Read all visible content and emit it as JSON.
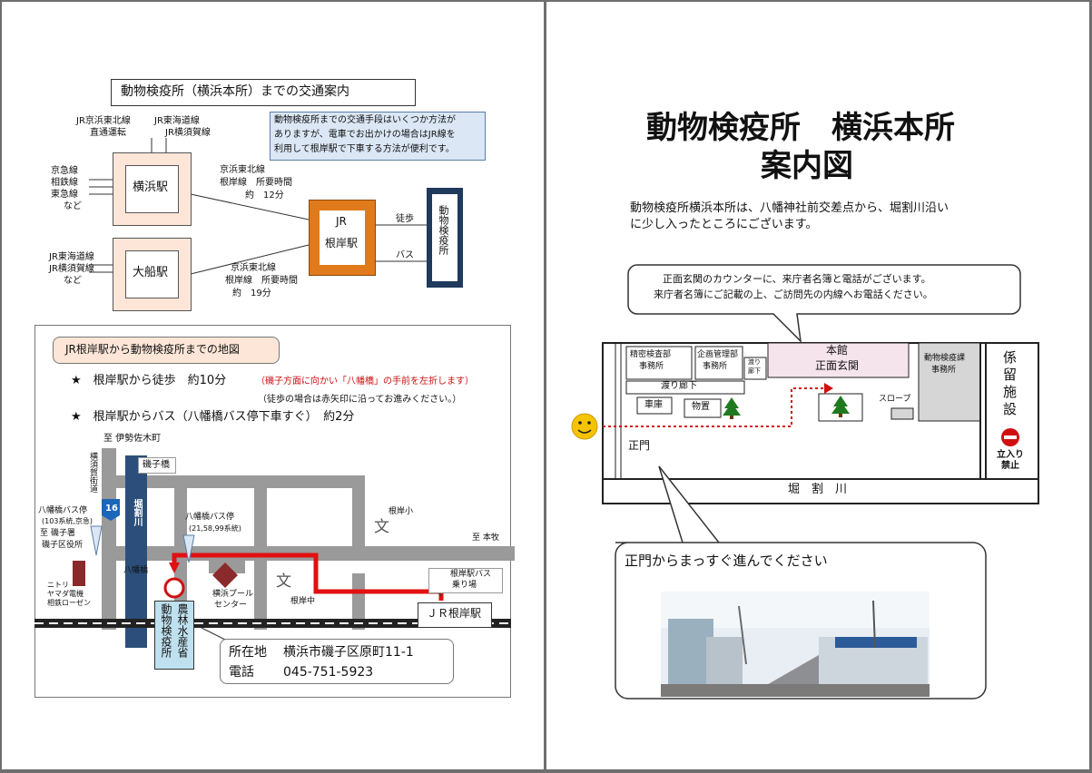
{
  "left_page": {
    "transport_title": "動物検疫所（横浜本所）までの交通案内",
    "info_note": [
      "動物検疫所までの交通手段はいくつか方法が",
      "ありますが、電車でお出かけの場合はJR線を",
      "利用して根岸駅で下車する方法が便利です。"
    ],
    "lines_top_left": [
      "JR京浜東北線",
      "直通運転"
    ],
    "lines_top_right": [
      "JR東海道線",
      "JR横須賀線"
    ],
    "yokohama_side_lines": [
      "京急線",
      "相鉄線",
      "東急線",
      "など"
    ],
    "yokohama_station": "横浜駅",
    "ofuna_side_lines": [
      "JR東海道線",
      "JR横須賀線",
      "など"
    ],
    "ofuna_station": "大船駅",
    "route_yokohama": [
      "京浜東北線",
      "根岸線　所要時間",
      "約　12分"
    ],
    "route_ofuna": [
      "京浜東北線",
      "根岸線　所要時間",
      "約　19分"
    ],
    "negishi_jr": "JR",
    "negishi_station": "根岸駅",
    "walk_label": "徒歩",
    "bus_label": "バス",
    "dest_vertical": "動物検疫所",
    "map_title": "JR根岸駅から動物検疫所までの地図",
    "walk_line_label": "★　根岸駅から徒歩　約10分",
    "walk_line_note": "（磯子方面に向かい「八幡橋」の手前を左折します）",
    "walk_sub_note": "（徒歩の場合は赤矢印に沿ってお進みください。）",
    "bus_line": "★　根岸駅からバス（八幡橋バス停下車すぐ）　約2分",
    "map_labels": {
      "to_isezakicho": "至 伊勢佐木町",
      "isogobashi": "磯子橋",
      "yokosuka_kaido": "横須賀街道",
      "route16": "16",
      "horiwari_river": "堀割川",
      "bus_stop_left": "八幡橋バス停",
      "bus_stop_left_sub": "(103系統,京急)",
      "to_isogo": "至 磯子署",
      "isogo_ward": "磯子区役所",
      "bus_stop_right": "八幡橋バス停",
      "bus_stop_right_sub": "(21,58,99系統)",
      "negishi_elem": "根岸小",
      "school_mark": "文",
      "to_honmoku": "至 本牧",
      "nitori": [
        "ニトリ",
        "ヤマダ電機",
        "相鉄ローゼン"
      ],
      "hachimanbashi": "八幡橋",
      "pool": [
        "横浜プール",
        "センター"
      ],
      "negishi_jhs": "根岸中",
      "bus_terminal": [
        "根岸駅バス",
        "乗り場"
      ],
      "jr_negishi": "ＪＲ根岸駅",
      "ministry_col1": "動物検疫所",
      "ministry_col2": "農林水産省"
    },
    "address_label": "所在地",
    "address_value": "横浜市磯子区原町11-1",
    "phone_label": "電話",
    "phone_value": "045-751-5923"
  },
  "right_page": {
    "title_line1": "動物検疫所　横浜本所",
    "title_line2": "案内図",
    "intro": [
      "動物検疫所横浜本所は、八幡神社前交差点から、堀割川沿い",
      "に少し入ったところにございます。"
    ],
    "bubble": [
      "正面玄関のカウンターに、来庁者名簿と電話がございます。",
      "来庁者名簿にご記載の上、ご訪問先の内線へお電話ください。"
    ],
    "floor": {
      "seimitsu": [
        "精密検査部",
        "事務所"
      ],
      "kikaku": [
        "企画管理部",
        "事務所"
      ],
      "watari_small": [
        "渡り",
        "廊下"
      ],
      "honkan": "本館",
      "front_entrance": "正面玄関",
      "dobutsu_ka": [
        "動物検疫課",
        "事務所"
      ],
      "keiryu": "係留施設",
      "watari": "渡り廊下",
      "garage": "車庫",
      "storage": "物置",
      "slope": "スロープ",
      "no_entry": "立入り禁止",
      "main_gate": "正門",
      "river": "堀　割　川"
    },
    "photo_caption": "正門からまっすぐ進んでください"
  },
  "colors": {
    "orange": "#e07a1a",
    "navy": "#1f3a5c",
    "peach": "#fde6d8",
    "info_blue": "#dbe7f5",
    "route_red": "#e21010",
    "accent_red": "#d01010",
    "river_blue": "#2b4f7a",
    "gold": "#f5c400"
  },
  "icons": [
    "smiley-icon",
    "tree-icon",
    "no-entry-icon",
    "school-icon"
  ]
}
